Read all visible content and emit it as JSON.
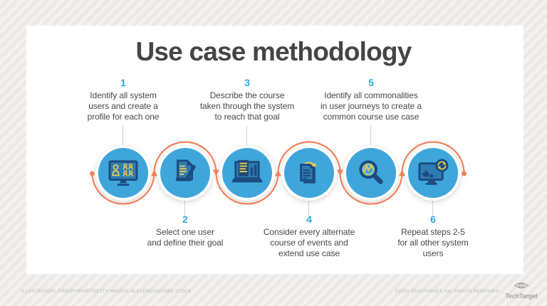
{
  "title": "Use case methodology",
  "steps": [
    {
      "number": "1",
      "text": "Identify all system\nusers and create a\nprofile for each one",
      "icon": "monitor-users-icon"
    },
    {
      "number": "2",
      "text": "Select one user\nand define their goal",
      "icon": "document-pencil-icon"
    },
    {
      "number": "3",
      "text": "Describe the course\ntaken through the system\nto reach that goal",
      "icon": "laptop-report-icon"
    },
    {
      "number": "4",
      "text": "Consider every alternate\ncourse of events and\nextend use case",
      "icon": "documents-iterate-icon"
    },
    {
      "number": "5",
      "text": "Identify all commonalities\nin user journeys to create a\ncommon course use case",
      "icon": "magnifier-chart-icon"
    },
    {
      "number": "6",
      "text": "Repeat steps 2-5\nfor all other system\nusers",
      "icon": "monitor-sync-icon"
    }
  ],
  "footer": {
    "credit": "ILLUSTRATION: FIREOFHEART/GETTY IMAGES; ALEXDNDZ/ADOBE STOCK",
    "copyright": "©2020 TECHTARGET, ALL RIGHTS RESERVED",
    "brand": "TechTarget"
  },
  "colors": {
    "accent_orange": "#f0815c",
    "circle_blue": "#3fa6dc",
    "number_blue": "#2aa7df",
    "icon_navy": "#1c4b7e",
    "icon_yellow": "#efcb4e",
    "title_gray": "#454545"
  }
}
